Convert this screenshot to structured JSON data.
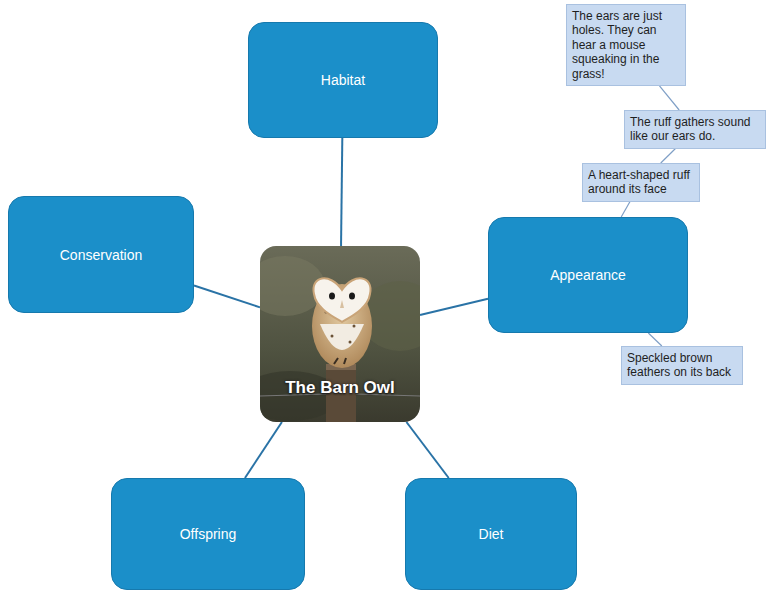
{
  "diagram": {
    "nodes": [
      {
        "text": [
          "The ears are just holes. They can hear a mouse squeaking in the grass!"
        ]
      },
      {
        "text": [
          "Habitat"
        ]
      },
      {
        "text": [
          "The ruff gathers sound like our ears do."
        ]
      },
      {
        "text": [
          "A heart-shaped ruff around its face"
        ]
      },
      {
        "text": [
          "Conservation"
        ]
      },
      {
        "text": [
          "Appearance"
        ]
      },
      {
        "text": [
          "The Barn Owl"
        ]
      },
      {
        "text": [
          "Speckled brown feathers on its back"
        ]
      },
      {
        "text": [
          "Offspring"
        ]
      },
      {
        "text": [
          "Diet"
        ]
      }
    ],
    "edges": [
      {
        "from": 6,
        "to": 1,
        "arrow": "none"
      },
      {
        "from": 6,
        "to": 4,
        "arrow": "none"
      },
      {
        "from": 6,
        "to": 5,
        "arrow": "none"
      },
      {
        "from": 6,
        "to": 8,
        "arrow": "none"
      },
      {
        "from": 6,
        "to": 9,
        "arrow": "none"
      },
      {
        "from": 5,
        "to": 3,
        "arrow": "none"
      },
      {
        "from": 3,
        "to": 2,
        "arrow": "none"
      },
      {
        "from": 2,
        "to": 0,
        "arrow": "none"
      },
      {
        "from": 5,
        "to": 7,
        "arrow": "none"
      }
    ]
  }
}
